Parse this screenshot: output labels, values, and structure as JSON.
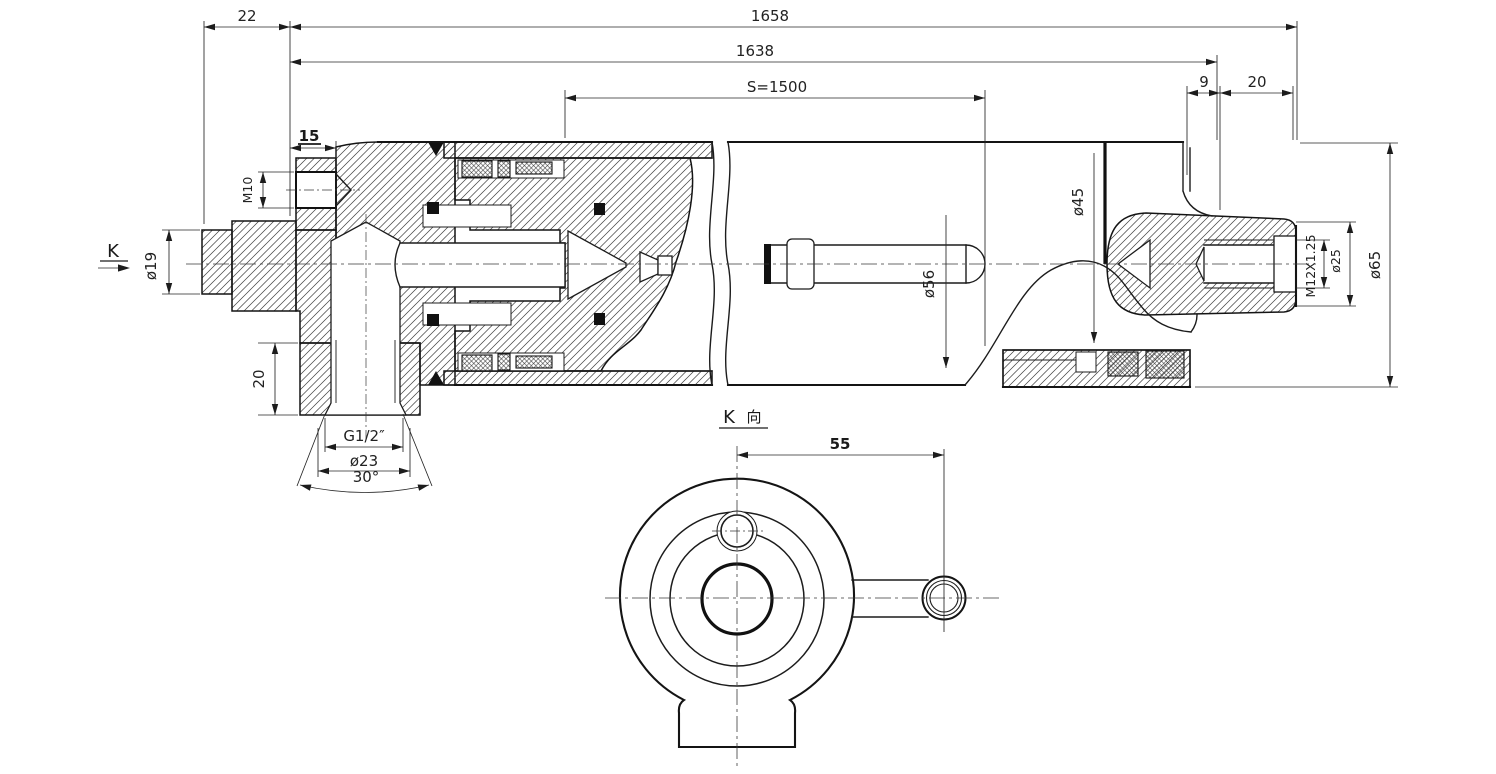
{
  "drawing_type": "engineering-section-drawing-hydraulic-cylinder",
  "colors": {
    "background": "#ffffff",
    "line": "#1c1c1c"
  },
  "main": {
    "d22": "22",
    "d1658": "1658",
    "d1638": "1638",
    "stroke_s": "S=1500",
    "d9": "9",
    "d20_right": "20",
    "d15": "15",
    "m10": "M10",
    "d19": "ø19",
    "d20_port": "20",
    "g_thread": "G1/2″",
    "d23": "ø23",
    "a30": "30°",
    "d45": "ø45",
    "d56": "ø56",
    "d65": "ø65",
    "m12": "M12X1.25",
    "d25": "ø25",
    "k_arrow": "K"
  },
  "k_view": {
    "k": "K",
    "direction": "向",
    "d55": "55"
  }
}
